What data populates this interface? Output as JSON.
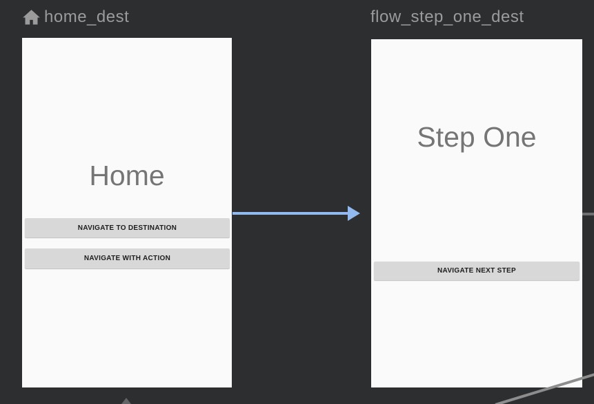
{
  "editor": {
    "type": "navigation-graph-canvas"
  },
  "destinations": [
    {
      "id": "home_dest",
      "label": "home_dest",
      "is_start_destination": true,
      "icon": "home-icon",
      "screen": {
        "title": "Home",
        "buttons": [
          "NAVIGATE TO DESTINATION",
          "NAVIGATE WITH ACTION"
        ]
      }
    },
    {
      "id": "flow_step_one_dest",
      "label": "flow_step_one_dest",
      "is_start_destination": false,
      "screen": {
        "title": "Step One",
        "buttons": [
          "NAVIGATE NEXT STEP"
        ]
      }
    }
  ],
  "edges": [
    {
      "from": "home_dest",
      "to": "flow_step_one_dest",
      "kind": "action-arrow"
    },
    {
      "from": "flow_step_one_dest",
      "to": "offscreen-right",
      "kind": "edge-stub"
    },
    {
      "from": "offscreen-bottom-right",
      "to": "offscreen",
      "kind": "edge-diagonal"
    },
    {
      "from": "offscreen-bottom",
      "to": "home_dest",
      "kind": "edge-arrowhead"
    }
  ],
  "colors": {
    "canvas_bg": "#2c2e30",
    "card_bg": "#fafafa",
    "title_text": "#757575",
    "header_text": "#9b9b9b",
    "button_bg": "#d8d8d8",
    "action_arrow": "#92b9f0",
    "edge_gray": "#8d8d8d"
  }
}
